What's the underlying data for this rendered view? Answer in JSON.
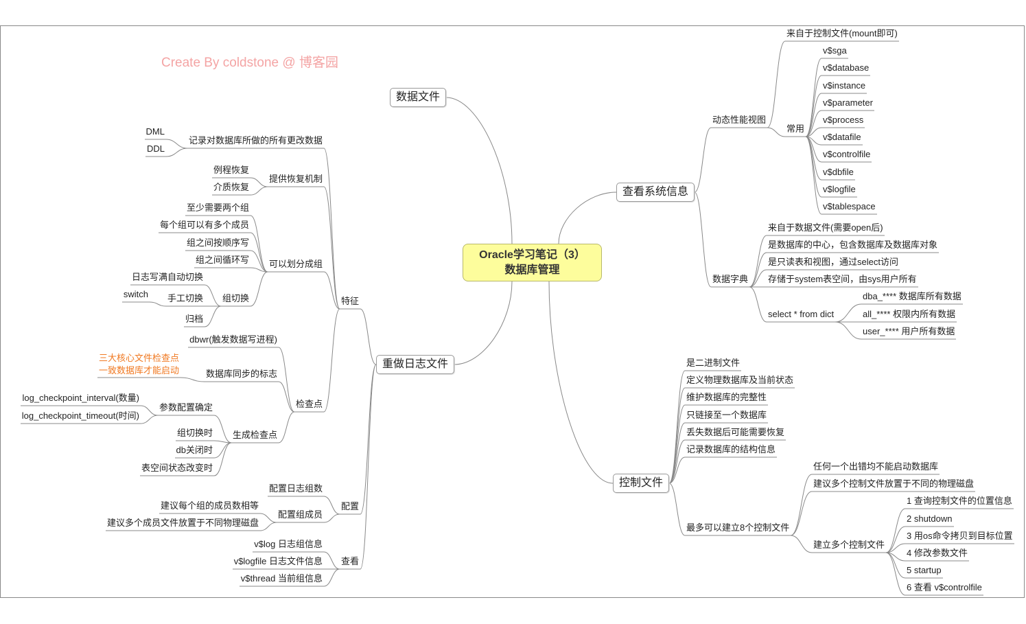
{
  "watermark": "Create By coldstone @ 博客园",
  "central": {
    "line1": "Oracle学习笔记（3）",
    "line2": "数据库管理"
  },
  "datafile": {
    "label": "数据文件"
  },
  "sysinfo": {
    "label": "查看系统信息",
    "children": [
      {
        "label": "动态性能视图",
        "children": [
          {
            "label": "来自于控制文件(mount即可)"
          },
          {
            "label": "常用",
            "children": [
              {
                "label": "v$sga"
              },
              {
                "label": "v$database"
              },
              {
                "label": "v$instance"
              },
              {
                "label": "v$parameter"
              },
              {
                "label": "v$process"
              },
              {
                "label": "v$datafile"
              },
              {
                "label": "v$controlfile"
              },
              {
                "label": "v$dbfile"
              },
              {
                "label": "v$logfile"
              },
              {
                "label": "v$tablespace"
              }
            ]
          }
        ]
      },
      {
        "label": "数据字典",
        "children": [
          {
            "label": "来自于数据文件(需要open后)"
          },
          {
            "label": "是数据库的中心，包含数据库及数据库对象"
          },
          {
            "label": "是只读表和视图，通过select访问"
          },
          {
            "label": "存储于system表空间，由sys用户所有"
          },
          {
            "label": "select * from dict",
            "children": [
              {
                "label": "dba_**** 数据库所有数据"
              },
              {
                "label": "all_****   权限内所有数据"
              },
              {
                "label": "user_**** 用户所有数据"
              }
            ]
          }
        ]
      }
    ]
  },
  "ctrl": {
    "label": "控制文件",
    "children": [
      {
        "label": "是二进制文件"
      },
      {
        "label": "定义物理数据库及当前状态"
      },
      {
        "label": "维护数据库的完整性"
      },
      {
        "label": "只链接至一个数据库"
      },
      {
        "label": "丢失数据后可能需要恢复"
      },
      {
        "label": "记录数据库的结构信息"
      },
      {
        "label": "最多可以建立8个控制文件",
        "children": [
          {
            "label": "任何一个出错均不能启动数据库"
          },
          {
            "label": "建议多个控制文件放置于不同的物理磁盘"
          },
          {
            "label": "建立多个控制文件",
            "children": [
              {
                "label": "1 查询控制文件的位置信息"
              },
              {
                "label": "2 shutdown"
              },
              {
                "label": "3 用os命令拷贝到目标位置"
              },
              {
                "label": "4 修改参数文件"
              },
              {
                "label": "5 startup"
              },
              {
                "label": "6 查看 v$controlfile"
              }
            ]
          }
        ]
      }
    ]
  },
  "redo": {
    "label": "重做日志文件",
    "children": [
      {
        "label": "特征",
        "children": [
          {
            "label": "记录对数据库所做的所有更改数据",
            "children": [
              {
                "label": "DML"
              },
              {
                "label": "DDL"
              }
            ]
          },
          {
            "label": "提供恢复机制",
            "children": [
              {
                "label": "例程恢复"
              },
              {
                "label": "介质恢复"
              }
            ]
          },
          {
            "label": "可以划分成组",
            "children": [
              {
                "label": "至少需要两个组"
              },
              {
                "label": "每个组可以有多个成员"
              },
              {
                "label": "组之间按顺序写"
              },
              {
                "label": "组之间循环写"
              },
              {
                "label": "组切换",
                "children": [
                  {
                    "label": "日志写满自动切换"
                  },
                  {
                    "label": "手工切换",
                    "children": [
                      {
                        "label": "switch"
                      }
                    ]
                  },
                  {
                    "label": "归档"
                  }
                ]
              }
            ]
          },
          {
            "label": "检查点",
            "children": [
              {
                "label": "dbwr(触发数据写进程)"
              },
              {
                "label": "数据库同步的标志",
                "children": [
                  {
                    "label": "三大核心文件检查点\n一致数据库才能启动"
                  }
                ]
              },
              {
                "label": "生成检查点",
                "children": [
                  {
                    "label": "参数配置确定",
                    "children": [
                      {
                        "label": "log_checkpoint_interval(数量)"
                      },
                      {
                        "label": "log_checkpoint_timeout(时间)"
                      }
                    ]
                  },
                  {
                    "label": "组切换时"
                  },
                  {
                    "label": "db关闭时"
                  },
                  {
                    "label": "表空间状态改变时"
                  }
                ]
              }
            ]
          }
        ]
      },
      {
        "label": "配置",
        "children": [
          {
            "label": "配置日志组数"
          },
          {
            "label": "配置组成员",
            "children": [
              {
                "label": "建议每个组的成员数相等"
              },
              {
                "label": "建议多个成员文件放置于不同物理磁盘"
              }
            ]
          }
        ]
      },
      {
        "label": "查看",
        "children": [
          {
            "label": "v$log 日志组信息"
          },
          {
            "label": "v$logfile 日志文件信息"
          },
          {
            "label": "v$thread 当前组信息"
          }
        ]
      }
    ]
  },
  "colors": {
    "central_fill": "#fdfd9c",
    "note": "#f07820",
    "watermark": "#f4a4a4",
    "line": "#888888"
  }
}
